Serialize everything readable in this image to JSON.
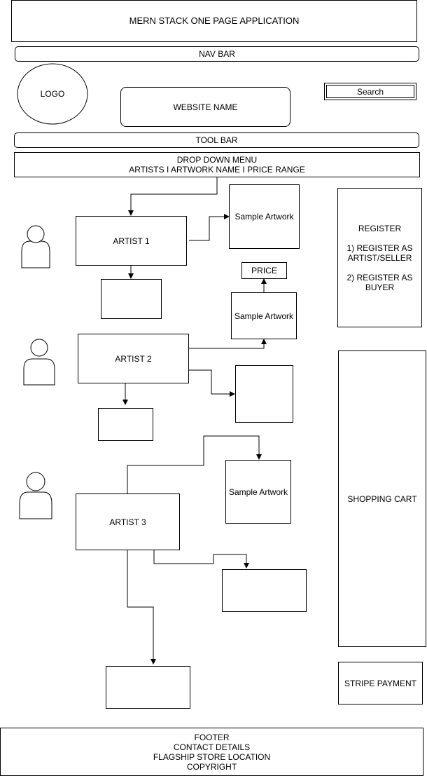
{
  "header": {
    "title": "MERN STACK ONE PAGE APPLICATION"
  },
  "nav": {
    "label": "NAV BAR"
  },
  "logo": {
    "label": "LOGO"
  },
  "website": {
    "label": "WEBSITE NAME"
  },
  "search": {
    "label": "Search"
  },
  "toolbar": {
    "label": "TOOL BAR"
  },
  "dropdown": {
    "label": "DROP DOWN MENU\nARTISTS I ARTWORK NAME I PRICE RANGE"
  },
  "artists": [
    {
      "label": "ARTIST 1"
    },
    {
      "label": "ARTIST 2"
    },
    {
      "label": "ARTIST 3"
    }
  ],
  "artworks": {
    "artist1_sample": "Sample Artwork",
    "price": "PRICE",
    "price_sample": "Sample Artwork",
    "artist3_sample": "Sample Artwork"
  },
  "register": {
    "label": "REGISTER\n\n1) REGISTER AS\nARTIST/SELLER\n\n2) REGISTER AS\nBUYER"
  },
  "cart": {
    "label": "SHOPPING CART"
  },
  "payment": {
    "label": "STRIPE PAYMENT"
  },
  "footer": {
    "label": "FOOTER\nCONTACT DETAILS\nFLAGSHIP STORE LOCATION\nCOPYRIGHT"
  }
}
